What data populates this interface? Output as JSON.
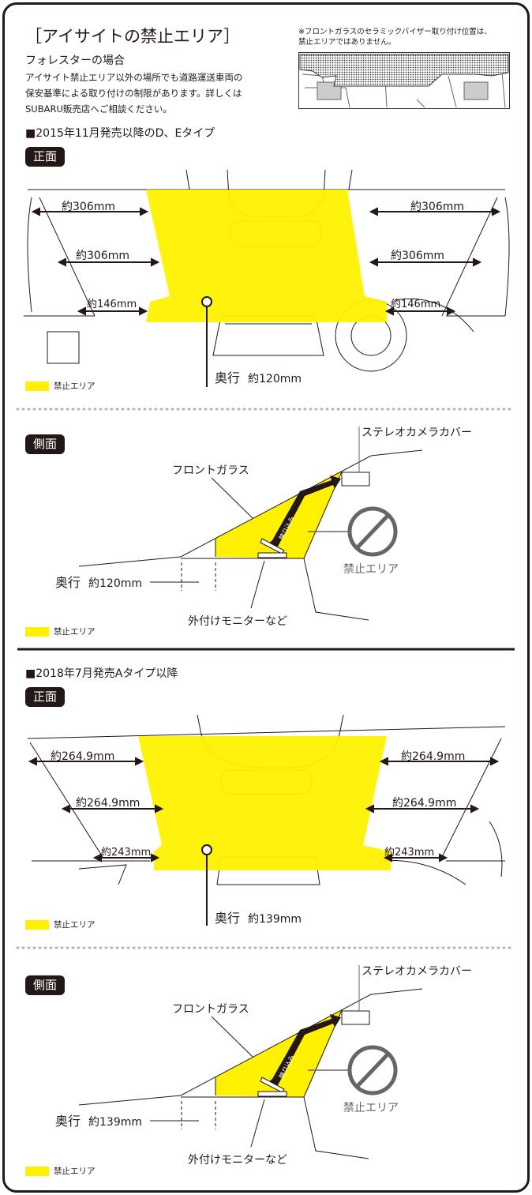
{
  "header": {
    "title": "［アイサイトの禁止エリア］",
    "subtitle": "フォレスターの場合",
    "body_lines": [
      "アイサイト禁止エリア以外の場所でも道路運送車両の",
      "保安基準による取り付けの制限があります。詳しくは",
      "SUBARU販売店へご相談ください。"
    ],
    "note_lines": [
      "※フロントガラスのセラミックバイザー取り付け位置は、",
      "禁止エリアではありません。"
    ]
  },
  "colors": {
    "prohibited": "#fff100",
    "ink": "#231815",
    "gray": "#666666"
  },
  "sections": [
    {
      "heading": "■2015年11月発売以降のD、Eタイプ",
      "front": {
        "badge": "正面",
        "top_left": "約306mm",
        "top_right": "約306mm",
        "mid_left": "約306mm",
        "mid_right": "約306mm",
        "low_left": "約146mm",
        "low_right": "約146mm",
        "depth_label": "奥行",
        "depth_value": "約120mm",
        "legend": "禁止エリア"
      },
      "side": {
        "badge": "側面",
        "camera_cover": "ステレオカメラカバー",
        "windshield": "フロントガラス",
        "reflection": "映り込み",
        "prohibited": "禁止エリア",
        "monitor": "外付けモニターなど",
        "depth_label": "奥行",
        "depth_value": "約120mm",
        "legend": "禁止エリア"
      }
    },
    {
      "heading": "■2018年7月発売Aタイプ以降",
      "front": {
        "badge": "正面",
        "top_left": "約264.9mm",
        "top_right": "約264.9mm",
        "mid_left": "約264.9mm",
        "mid_right": "約264.9mm",
        "low_left": "約243mm",
        "low_right": "約243mm",
        "depth_label": "奥行",
        "depth_value": "約139mm",
        "legend": "禁止エリア"
      },
      "side": {
        "badge": "側面",
        "camera_cover": "ステレオカメラカバー",
        "windshield": "フロントガラス",
        "reflection": "映り込み",
        "prohibited": "禁止エリア",
        "monitor": "外付けモニターなど",
        "depth_label": "奥行",
        "depth_value": "約139mm",
        "legend": "禁止エリア"
      }
    }
  ]
}
